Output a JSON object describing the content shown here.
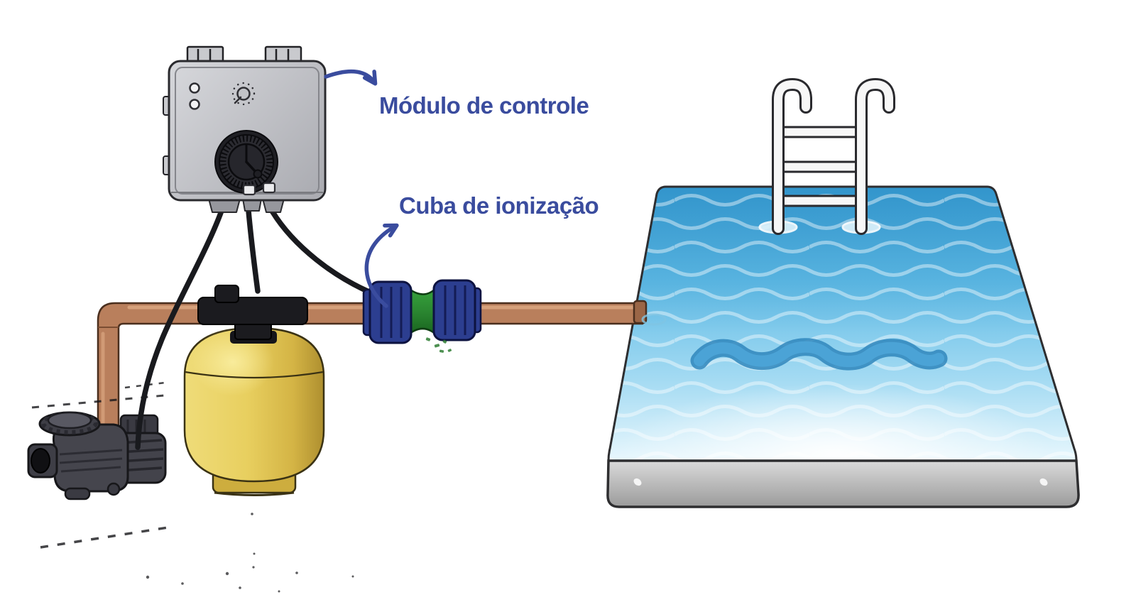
{
  "diagram": {
    "type": "pool-ionization-system-diagram",
    "components": [
      {
        "id": "control-module",
        "label": "Módulo de controle"
      },
      {
        "id": "ionization-cell",
        "label": "Cuba de ionização"
      },
      {
        "id": "pool"
      },
      {
        "id": "pool-ladder"
      },
      {
        "id": "pool-pump"
      },
      {
        "id": "filter-tank"
      },
      {
        "id": "multiport-valve"
      },
      {
        "id": "copper-pipe"
      },
      {
        "id": "electrode-cables"
      }
    ]
  },
  "labels": {
    "control_module": "Módulo de controle",
    "ionization_cell": "Cuba de ionização"
  },
  "colors": {
    "label_text": "#3A4C9E",
    "arrow": "#3A4C9E",
    "pipe_copper": "#B97F5C",
    "pipe_copper_dark": "#4A2F1E",
    "tank_yellow": "#E6CC5F",
    "water_top": "#3FA3D8",
    "water_bottom": "#E8F7FD",
    "pool_base_gray": "#B9B9B9",
    "cell_green": "#2A8530",
    "fitting_navy": "#2C3E90",
    "pump_body": "#45454D",
    "module_gray": "#C7C8CC",
    "cable_black": "#191A1E"
  }
}
